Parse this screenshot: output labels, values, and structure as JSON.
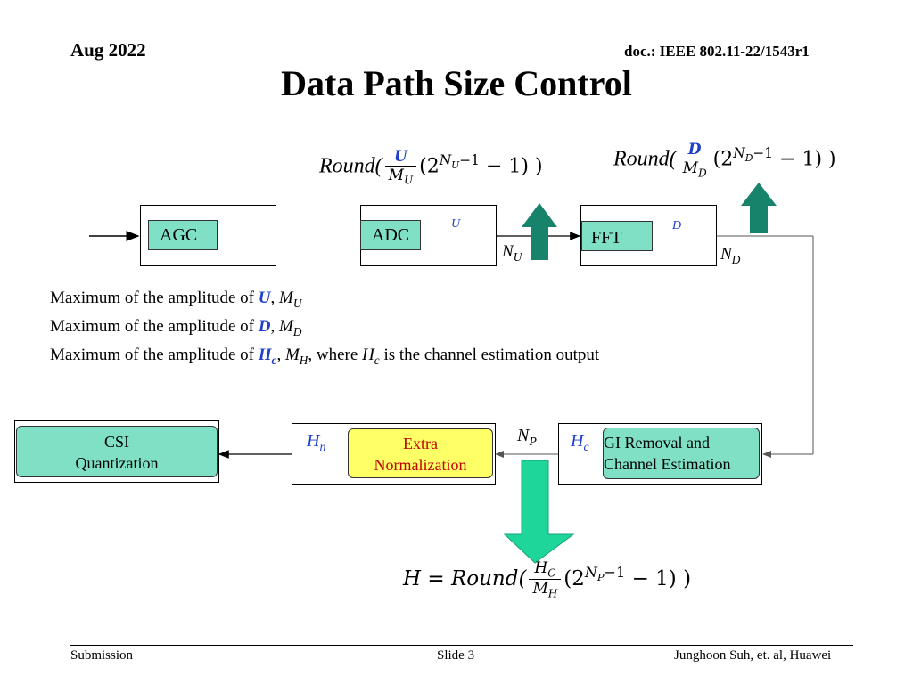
{
  "header": {
    "date": "Aug 2022",
    "doc": "doc.: IEEE 802.11-22/1543r1"
  },
  "title": "Data Path Size Control",
  "blocks": {
    "agc": "AGC",
    "adc": "ADC",
    "fft": "FFT",
    "csi_line1": "CSI",
    "csi_line2": "Quantization",
    "extra_line1": "Extra",
    "extra_line2": "Normalization",
    "gi_line1": "GI Removal and",
    "gi_line2": "Channel Estimation"
  },
  "signals": {
    "u": "U",
    "d": "D",
    "nu_base": "N",
    "nu_sub": "U",
    "nd_base": "N",
    "nd_sub": "D",
    "np_base": "N",
    "np_sub": "P",
    "hc_base": "H",
    "hc_sub": "c",
    "hn_base": "H",
    "hn_sub": "n"
  },
  "formulas": {
    "round_word": "Round(",
    "u_num": "U",
    "u_den": "M",
    "u_den_sub": "U",
    "u_pow": "N",
    "u_pow_sub": "U",
    "d_num": "D",
    "d_den": "M",
    "d_den_sub": "D",
    "d_pow": "N",
    "d_pow_sub": "D",
    "h_lhs": "H = Round(",
    "h_num": "H",
    "h_num_sub": "C",
    "h_den": "M",
    "h_den_sub": "H",
    "h_pow": "N",
    "h_pow_sub": "P",
    "two": "(2",
    "pow_tail": "−1",
    "minus_one": " − 1) )"
  },
  "notes": {
    "line1_pre": "Maximum of the amplitude of ",
    "line1_var": "U",
    "line1_sep": ", ",
    "line1_m": "M",
    "line1_msub": "U",
    "line2_pre": "Maximum of the amplitude of ",
    "line2_var": "D",
    "line2_sep": ", ",
    "line2_m": "M",
    "line2_msub": "D",
    "line3_pre": "Maximum of the amplitude of ",
    "line3_var": "H",
    "line3_varsub": "c",
    "line3_sep": ", ",
    "line3_m": "M",
    "line3_msub": "H",
    "line3_mid": ", where ",
    "line3_h": "H",
    "line3_hsub": "c",
    "line3_post": " is the channel estimation output"
  },
  "footer": {
    "left": "Submission",
    "center": "Slide 3",
    "right": "Junghoon Suh, et. al, Huawei"
  },
  "colors": {
    "block_green": "#7fe0c6",
    "block_yellow": "#ffff66",
    "arrow_green_dark": "#17836a",
    "arrow_green_bright": "#1fd69a",
    "var_blue": "#1f3fc8"
  }
}
